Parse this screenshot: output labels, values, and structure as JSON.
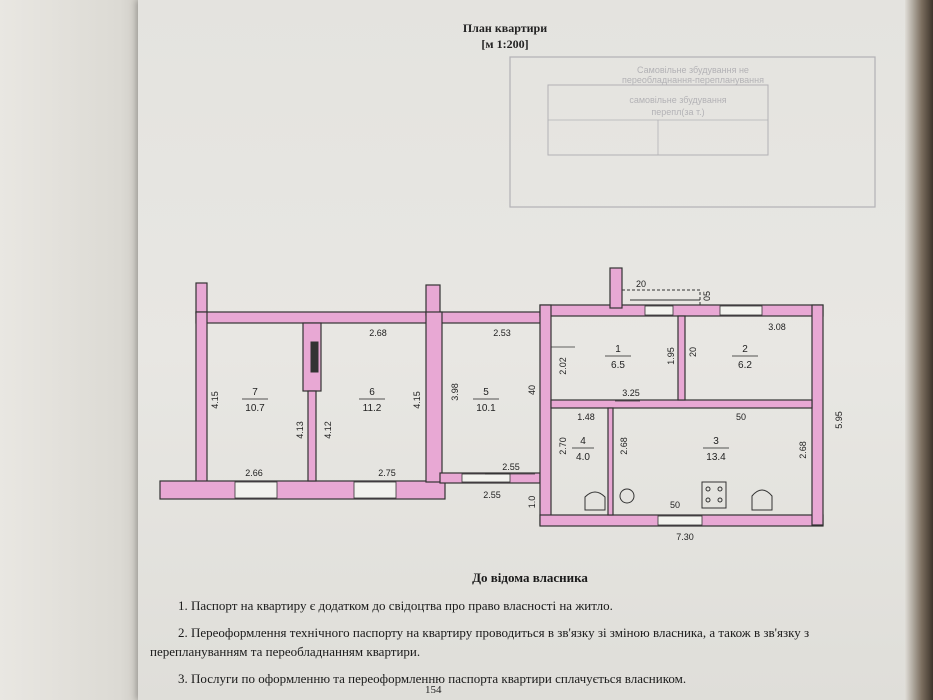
{
  "document": {
    "title_line1": "План квартири",
    "title_line2": "[м 1:200]",
    "page_number": "154"
  },
  "stamp": {
    "line1": "Самовільне збудування не",
    "line2": "переобладнання-перепланування",
    "line3": "самовільне збудування",
    "line4": "перепл(за т.)"
  },
  "rooms": [
    {
      "number": "7",
      "area": "10.7"
    },
    {
      "number": "6",
      "area": "11.2"
    },
    {
      "number": "5",
      "area": "10.1"
    },
    {
      "number": "1",
      "area": "6.5"
    },
    {
      "number": "2",
      "area": "6.2"
    },
    {
      "number": "4",
      "area": "4.0"
    },
    {
      "number": "3",
      "area": "13.4"
    }
  ],
  "dimensions": {
    "d_268_top": "2.68",
    "d_253_top": "2.53",
    "d_415_left": "4.15",
    "d_413": "4.13",
    "d_412": "4.12",
    "d_415_mid": "4.15",
    "d_398": "3.98",
    "d_266": "2.66",
    "d_275": "2.75",
    "d_255": "2.55",
    "d_255_low": "2.55",
    "d_40": "40",
    "d_10": "1.0",
    "d_202": "2.02",
    "d_195": "1.95",
    "d_20_side": "20",
    "d_325": "3.25",
    "d_308": "3.08",
    "d_20_top": "20",
    "d_05": "05",
    "d_148": "1.48",
    "d_270": "2.70",
    "d_268_bath": "2.68",
    "d_50_mid": "50",
    "d_268_right": "2.68",
    "d_595": "5.95",
    "d_50_bottom": "50",
    "d_730": "7.30"
  },
  "notes": {
    "title": "До відома власника",
    "item1": "1. Паспорт на квартиру є додатком до свідоцтва про право власності на житло.",
    "item2": "2. Переоформлення технічного паспорту на квартиру проводиться в зв'язку зі зміною власника, а також в зв'язку з переплануванням та переобладнанням квартири.",
    "item3": "3. Послуги по оформленню та переоформленню паспорта квартири сплачується власником."
  },
  "colors": {
    "wall_fill": "#e8a8d4",
    "wall_stroke": "#333333",
    "paper": "#e6e5e1"
  }
}
